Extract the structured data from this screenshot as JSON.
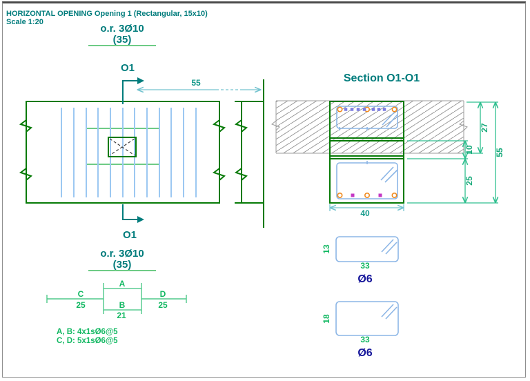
{
  "header": {
    "title": "HORIZONTAL OPENING Opening 1 (Rectangular, 15x10)",
    "scale": "Scale 1:20"
  },
  "plan": {
    "top_label_line1": "o.r. 3Ø10",
    "top_label_line2": "(35)",
    "bottom_label_line1": "o.r. 3Ø10",
    "bottom_label_line2": "(35)",
    "marker_top": "O1",
    "marker_bottom": "O1",
    "dim_width": "55"
  },
  "section": {
    "title": "Section O1-O1",
    "dim_gap": "10",
    "dim_top": "27",
    "dim_bottom": "25",
    "dim_total": "55",
    "dim_width": "40"
  },
  "schematic": {
    "label_a": "A",
    "label_b": "B",
    "label_c": "C",
    "label_d": "D",
    "dim_c": "25",
    "dim_b": "21",
    "dim_d": "25",
    "note1": "A, B: 4x1sØ6@5",
    "note2": "C, D: 5x1sØ6@5"
  },
  "stirrups": [
    {
      "height": "13",
      "width": "33",
      "diameter": "Ø6"
    },
    {
      "height": "18",
      "width": "33",
      "diameter": "Ø6"
    }
  ],
  "colors": {
    "teal": "#007c7c",
    "structure_green": "#067a06",
    "light_green": "#6ecb86",
    "dim_green": "#2fbf8f",
    "dim_cyan": "#74c3cf",
    "rebar_blue": "#9cc8f2",
    "stirrup_blue": "#8cb6e6",
    "rebar_orange": "#f08a1e",
    "rebar_violet": "#7d7de2",
    "rebar_magenta": "#c438c4",
    "navy": "#16169a",
    "hatch_gray": "#9b9b9b"
  }
}
